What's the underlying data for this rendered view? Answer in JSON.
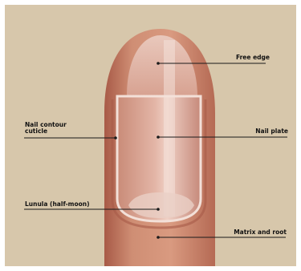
{
  "colors": {
    "background": "#d7c7ab",
    "frame": "#ffffff",
    "skin": "#cf8e74",
    "skin_shadow": "#a85a47",
    "nail": "#d9a695",
    "nail_highlight": "#f2dad0",
    "lunula": "#e8cbc0",
    "leader_line": "#1a1a1a"
  },
  "labels": {
    "free_edge": "Free edge",
    "nail_contour": "Nail contour",
    "cuticle": "cuticle",
    "nail_plate": "Nail plate",
    "lunula": "Lunula (half-moon)",
    "matrix_root": "Matrix and root"
  }
}
